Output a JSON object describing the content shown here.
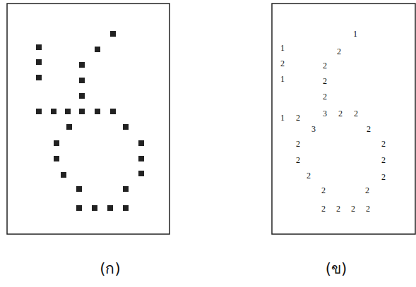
{
  "diagram": {
    "labels": [
      "1",
      "1",
      "2",
      "2",
      "2",
      "1",
      "2",
      "2",
      "1",
      "2",
      "3",
      "2",
      "2",
      "3",
      "2",
      "2",
      "2",
      "2",
      "2",
      "2",
      "2",
      "2",
      "2",
      "2",
      "2",
      "2",
      "2",
      "(ก)",
      "(ข)"
    ]
  }
}
